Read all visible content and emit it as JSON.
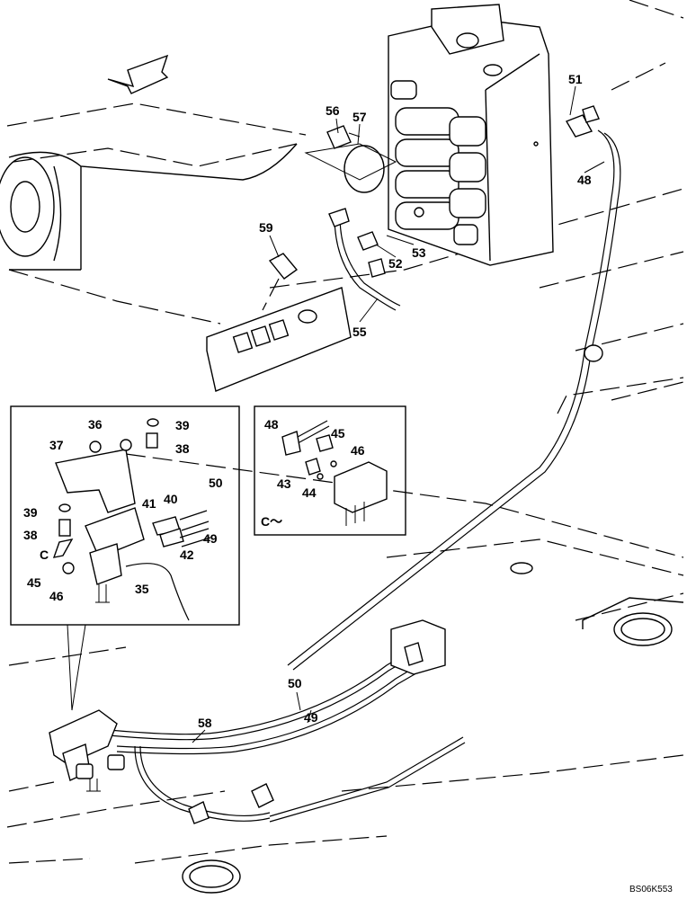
{
  "diagram": {
    "drawing_code": "BS06K553",
    "callouts": {
      "main": [
        "56",
        "57",
        "51",
        "48",
        "59",
        "52",
        "53",
        "55",
        "50",
        "49",
        "58"
      ],
      "detail_left": [
        "36",
        "39",
        "37",
        "38",
        "39",
        "38",
        "41",
        "40",
        "50",
        "42",
        "49",
        "45",
        "46",
        "35"
      ],
      "detail_right": [
        "48",
        "45",
        "46",
        "43",
        "44"
      ]
    },
    "detail_right_view": "C～",
    "detail_left_view_marker": "C"
  }
}
